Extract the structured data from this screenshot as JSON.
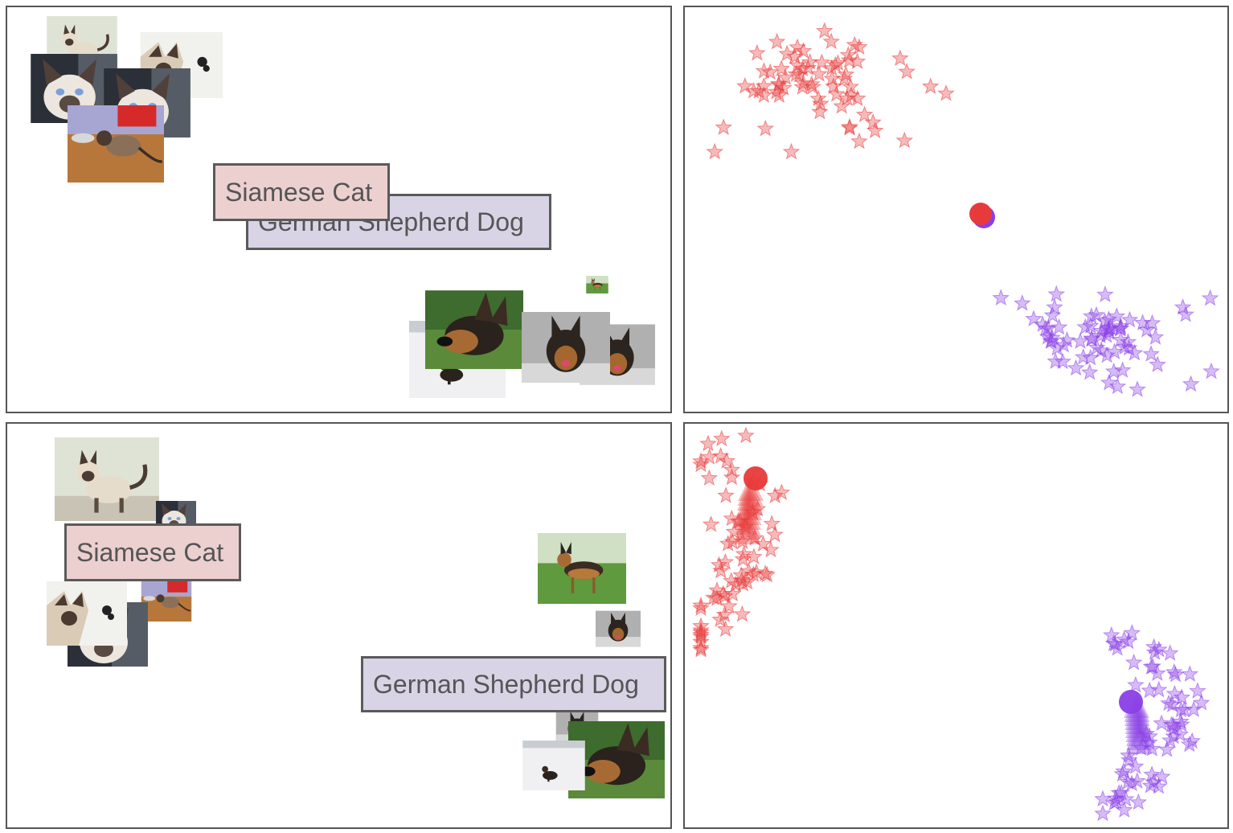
{
  "panels": {
    "top_left": {
      "cat_label": "Siamese Cat",
      "dog_label": "German Shepherd Dog"
    },
    "bottom_left": {
      "cat_label": "Siamese Cat",
      "dog_label": "German Shepherd Dog"
    }
  },
  "colors": {
    "cat": "#e83a3a",
    "dog": "#8a3fe6",
    "cat_label_bg": "#ecd0d0",
    "dog_label_bg": "#d8d4e6",
    "border": "#555555"
  },
  "icons": {
    "cat_photos": "siamese-cat-photo-icon",
    "dog_photos": "german-shepherd-photo-icon",
    "stars": "star-marker",
    "centroid": "circle-marker"
  }
}
